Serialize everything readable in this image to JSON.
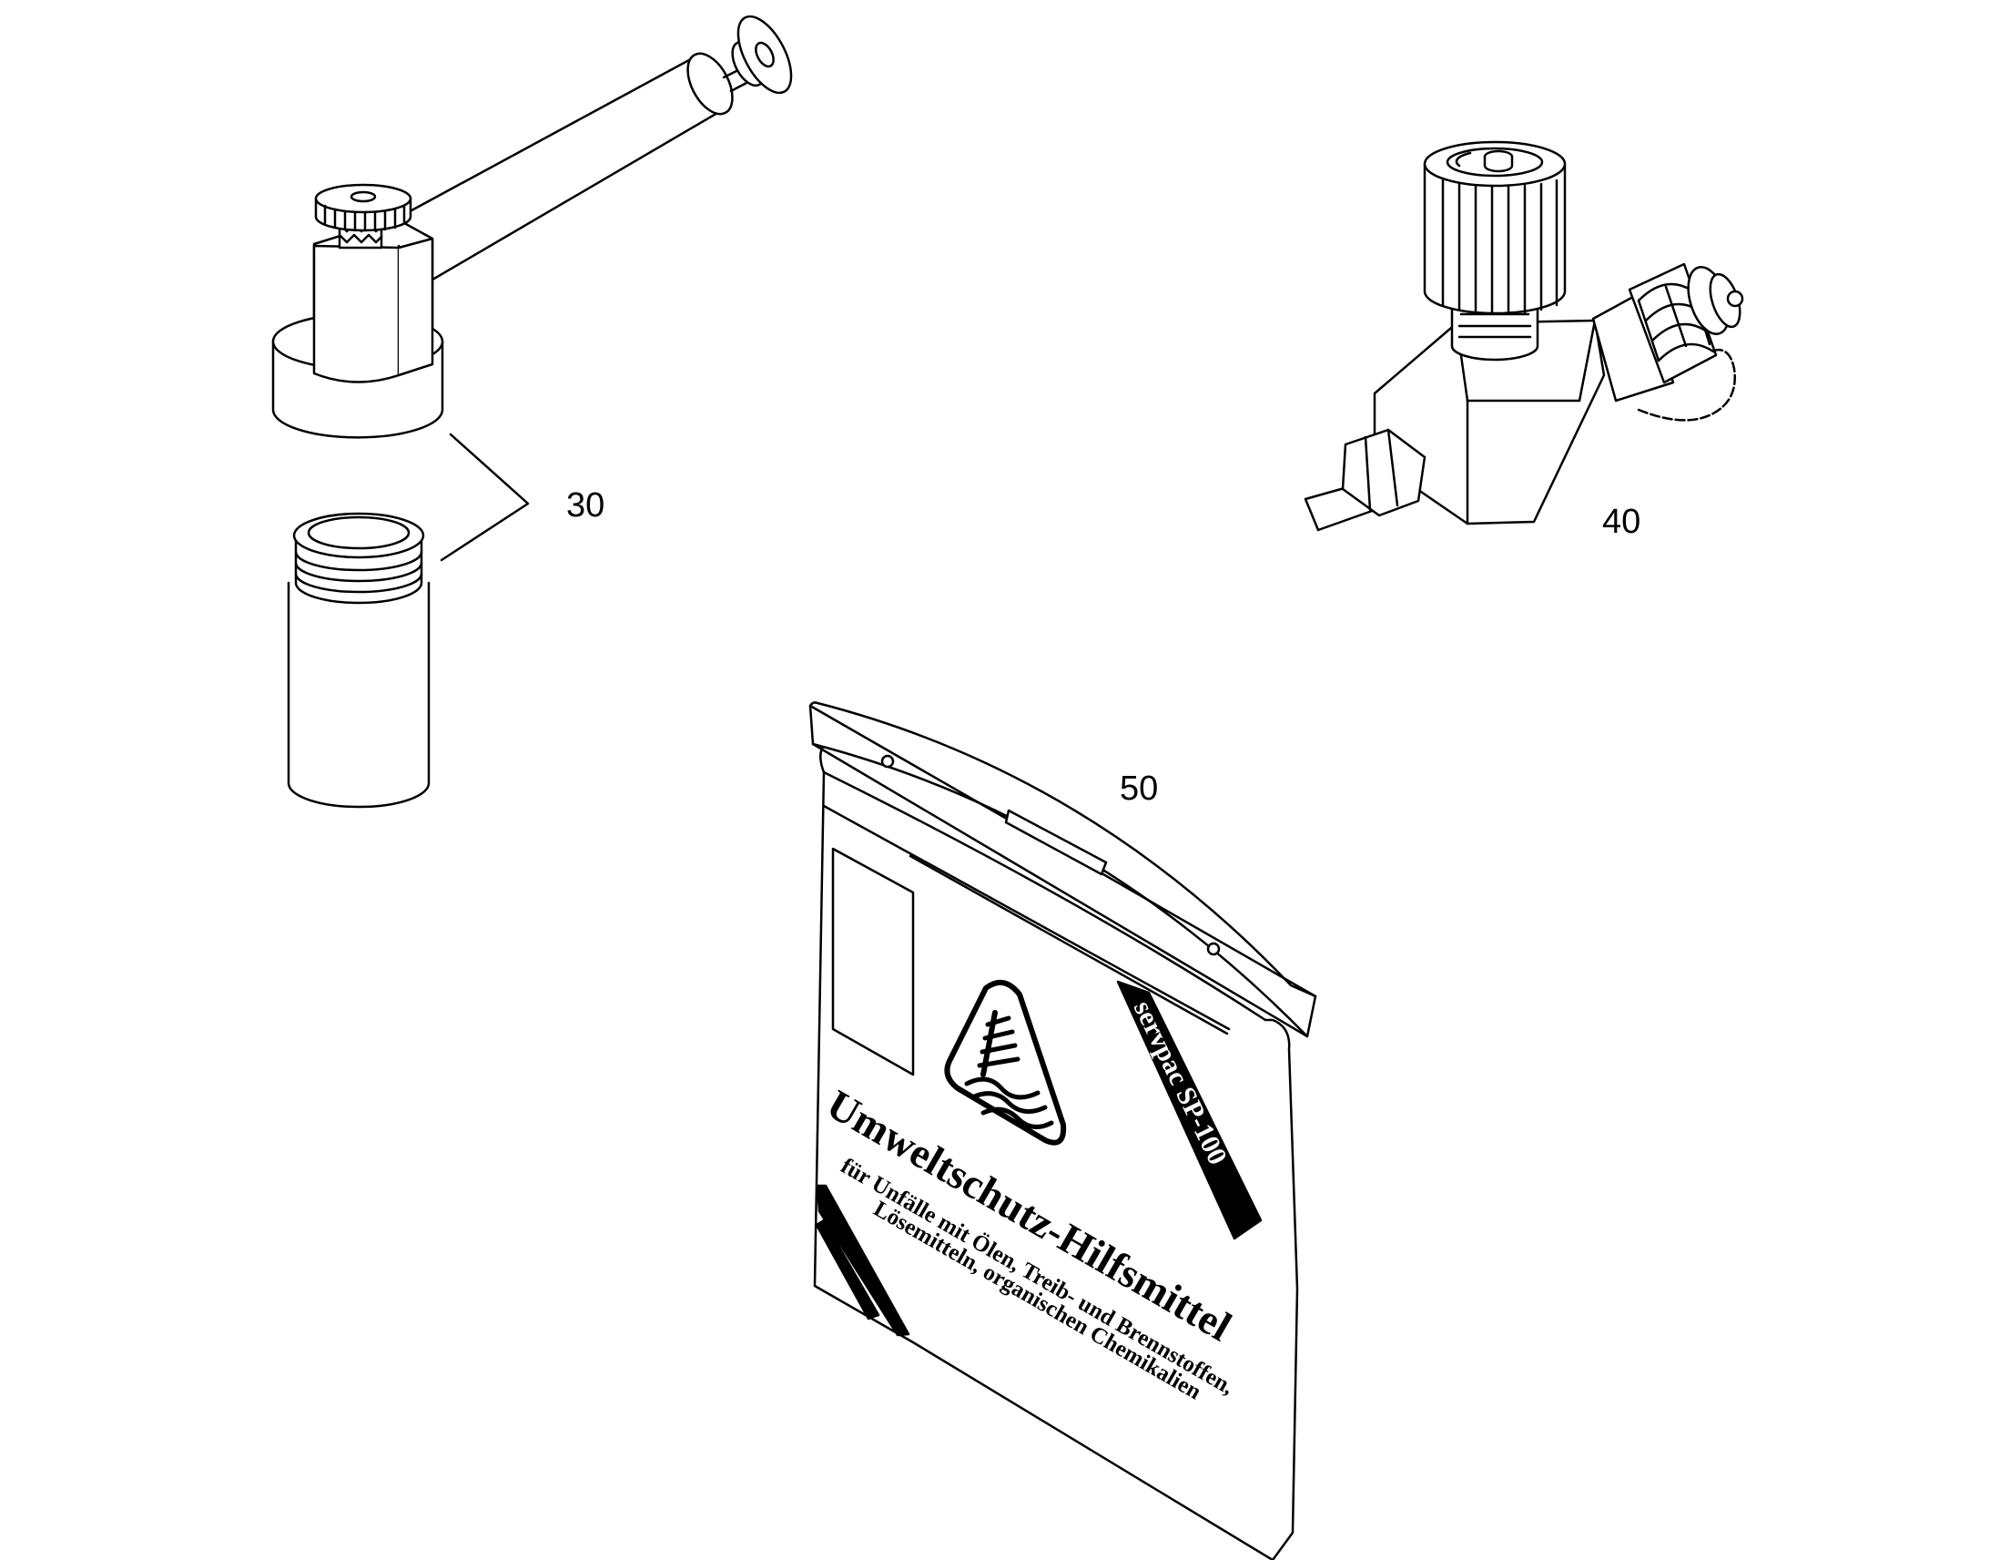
{
  "callouts": {
    "pump_kit": "30",
    "valve": "40",
    "bag": "50"
  },
  "bag": {
    "band_text": "servpac SP-100",
    "title": "Umweltschutz-Hilfsmittel",
    "line1": "für  Unfälle mit Ölen, Treib- und Brennstoffen,",
    "line2": "Lösemitteln, organischen Chemikalien"
  },
  "colors": {
    "line": "#000000",
    "background": "#ffffff"
  },
  "icons": {
    "bag_logo": "tree-water-triangle-icon"
  }
}
